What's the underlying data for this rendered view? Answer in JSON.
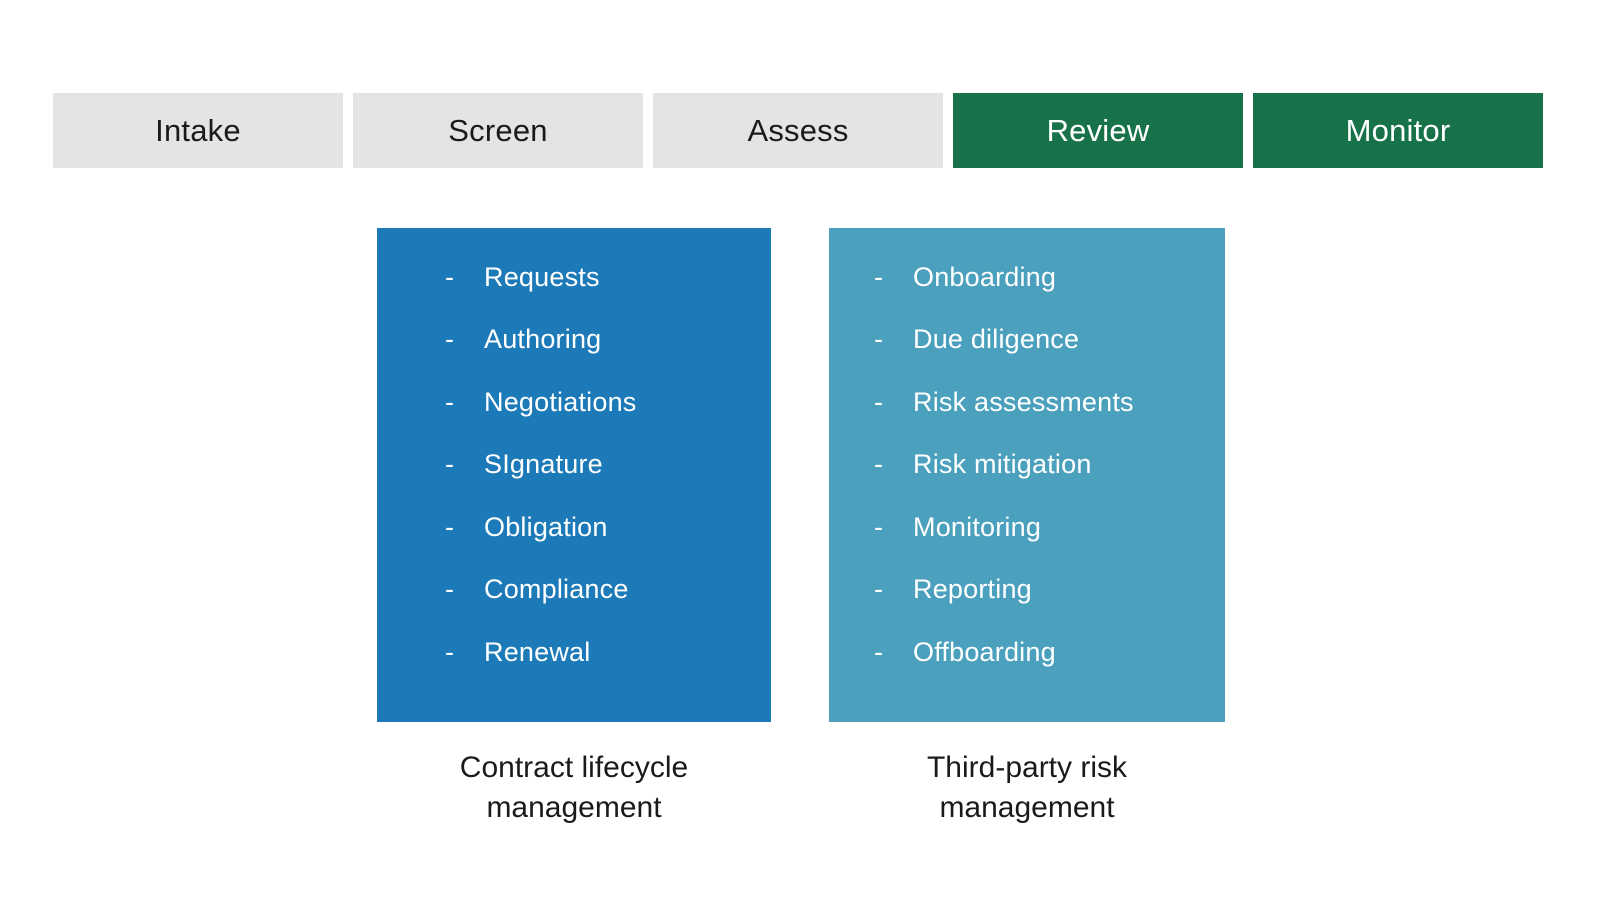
{
  "stages": {
    "items": [
      {
        "label": "Intake",
        "state": "inactive"
      },
      {
        "label": "Screen",
        "state": "inactive"
      },
      {
        "label": "Assess",
        "state": "inactive"
      },
      {
        "label": "Review",
        "state": "active"
      },
      {
        "label": "Monitor",
        "state": "active"
      }
    ]
  },
  "panels": [
    {
      "id": "contract-lifecycle-management",
      "bullet": "-",
      "items": [
        "Requests",
        "Authoring",
        "Negotiations",
        "SIgnature",
        "Obligation",
        "Compliance",
        "Renewal"
      ],
      "caption_line1": "Contract lifecycle",
      "caption_line2": "management"
    },
    {
      "id": "third-party-risk-management",
      "bullet": "-",
      "items": [
        "Onboarding",
        "Due diligence",
        "Risk assessments",
        "Risk mitigation",
        "Monitoring",
        "Reporting",
        "Offboarding"
      ],
      "caption_line1": "Third-party risk",
      "caption_line2": "management"
    }
  ],
  "colors": {
    "stage_inactive_bg": "#e4e4e4",
    "stage_active_bg": "#17724a",
    "panel_blue_bg": "#1d7ab8",
    "panel_teal_bg": "#4aa0bd",
    "text_dark": "#1a1a1a",
    "text_light": "#ffffff",
    "background": "#ffffff"
  }
}
